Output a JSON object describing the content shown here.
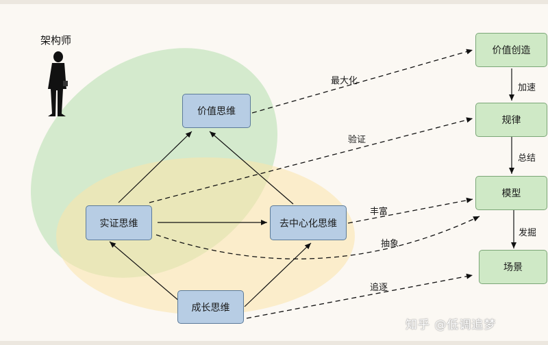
{
  "title": "架构师",
  "thinking_nodes": {
    "value": "价值思维",
    "empirical": "实证思维",
    "decentralized": "去中心化思维",
    "growth": "成长思维"
  },
  "right_nodes": {
    "value_creation": "价值创造",
    "law": "规律",
    "model": "模型",
    "scene": "场景"
  },
  "edge_labels": {
    "maximize": "最大化",
    "verify": "验证",
    "enrich": "丰富",
    "abstract": "抽象",
    "pursue": "追逐",
    "accelerate": "加速",
    "summarize": "总结",
    "discover": "发掘"
  },
  "watermark": "知乎 @低调追梦",
  "colors": {
    "green_zone": "#cde8c5",
    "yellow_zone": "#fbe7b8",
    "thinking_node": "#b7cde4",
    "result_node": "#cfe9c6"
  }
}
